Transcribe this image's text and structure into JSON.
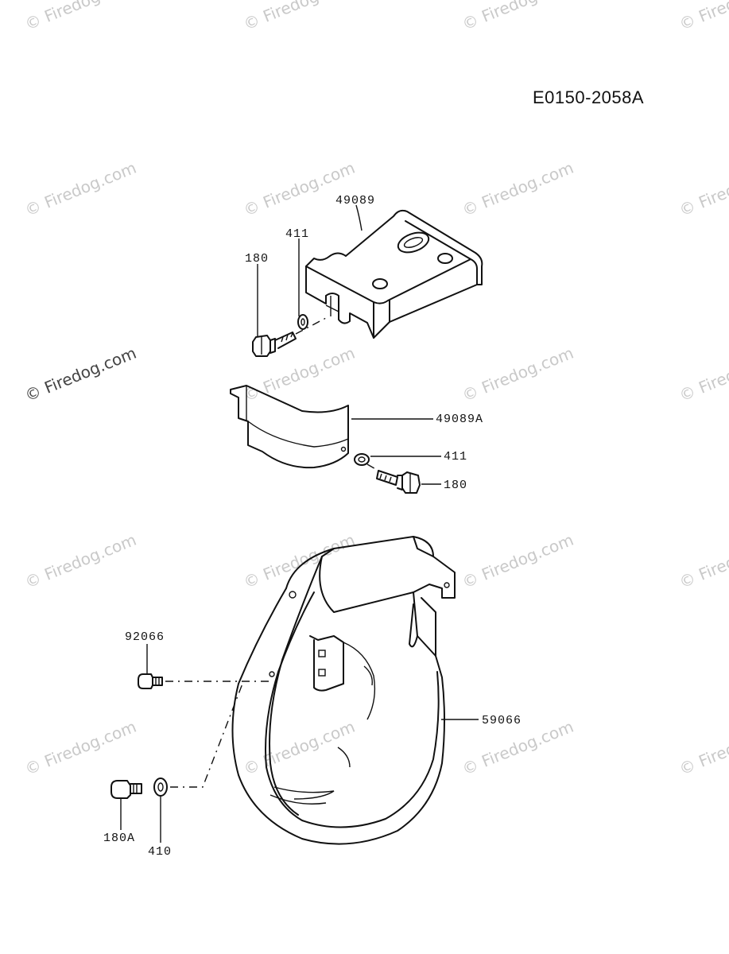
{
  "diagram_code": "E0150-2058A",
  "watermark": "© Firedog.com",
  "parts": {
    "p49089": "49089",
    "p411_top": "411",
    "p180_top": "180",
    "p49089A": "49089A",
    "p411_mid": "411",
    "p180_mid": "180",
    "p92066": "92066",
    "p59066": "59066",
    "p180A": "180A",
    "p410": "410"
  }
}
